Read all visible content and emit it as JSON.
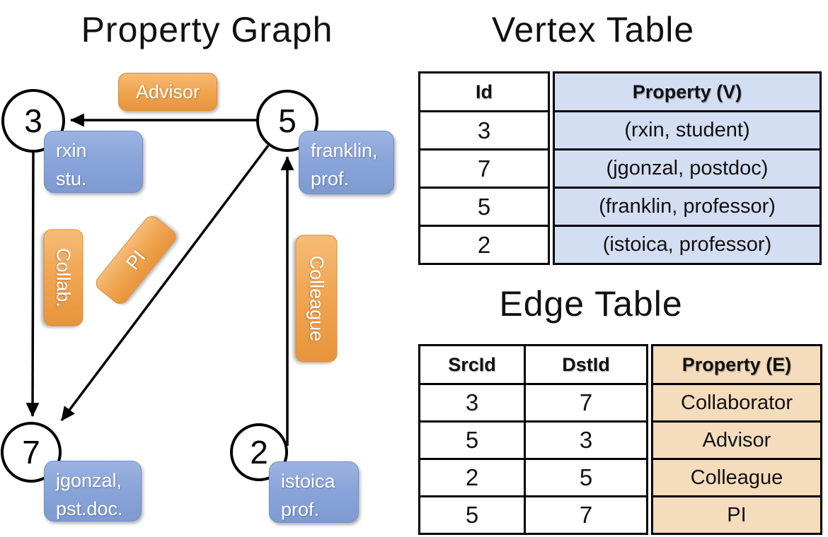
{
  "graph": {
    "title": "Property Graph",
    "nodes": {
      "n3": {
        "id": "3",
        "prop_line1": "rxin",
        "prop_line2": "stu."
      },
      "n5": {
        "id": "5",
        "prop_line1": "franklin,",
        "prop_line2": "prof."
      },
      "n7": {
        "id": "7",
        "prop_line1": "jgonzal,",
        "prop_line2": "pst.doc."
      },
      "n2": {
        "id": "2",
        "prop_line1": "istoica",
        "prop_line2": "prof."
      }
    },
    "edge_labels": {
      "advisor": "Advisor",
      "collab": "Collab.",
      "pi": "PI",
      "colleague": "Colleague"
    }
  },
  "vertex_table": {
    "title": "Vertex Table",
    "headers": {
      "id": "Id",
      "property": "Property (V)"
    },
    "rows": [
      {
        "id": "3",
        "property": "(rxin, student)"
      },
      {
        "id": "7",
        "property": "(jgonzal, postdoc)"
      },
      {
        "id": "5",
        "property": "(franklin, professor)"
      },
      {
        "id": "2",
        "property": "(istoica, professor)"
      }
    ]
  },
  "edge_table": {
    "title": "Edge Table",
    "headers": {
      "src": "SrcId",
      "dst": "DstId",
      "property": "Property (E)"
    },
    "rows": [
      {
        "src": "3",
        "dst": "7",
        "property": "Collaborator"
      },
      {
        "src": "5",
        "dst": "3",
        "property": "Advisor"
      },
      {
        "src": "2",
        "dst": "5",
        "property": "Colleague"
      },
      {
        "src": "5",
        "dst": "7",
        "property": "PI"
      }
    ]
  },
  "colors": {
    "vertex_cell_bg": "#d3def2",
    "edge_cell_bg": "#f5dcbc",
    "vertex_box_blue": "#7e9ad1",
    "edge_label_orange": "#e8953c",
    "line_black": "#000000"
  }
}
